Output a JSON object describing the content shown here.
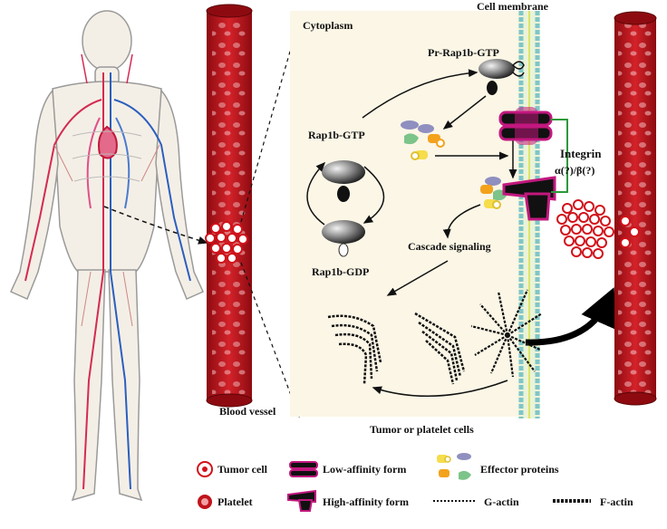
{
  "labels": {
    "cell_membrane": "Cell membrane",
    "cytoplasm": "Cytoplasm",
    "pr_rap1b_gtp": "Pr-Rap1b-GTP",
    "rap1b_gtp": "Rap1b-GTP",
    "rap1b_gdp": "Rap1b-GDP",
    "integrin": "Integrin",
    "integrin_subunits": "α(?)/β(?)",
    "cascade_signaling": "Cascade signaling",
    "blood_vessel": "Blood vessel",
    "tumor_platelet_cells": "Tumor or platelet cells"
  },
  "legend": {
    "tumor_cell": "Tumor cell",
    "platelet": "Platelet",
    "low_affinity": "Low-affinity form",
    "high_affinity": "High-affinity form",
    "effector_proteins": "Effector proteins",
    "g_actin": "G-actin",
    "f_actin": "F-actin"
  },
  "colors": {
    "vessel_red": "#c0141a",
    "vessel_dark": "#7a0a0e",
    "membrane_teal": "#7fc6c8",
    "membrane_bead": "#dbe56a",
    "integrin_magenta": "#c2187e",
    "cytoplasm_bg": "#fbf6e6",
    "effector_orange": "#f3a21c",
    "effector_yellow": "#f5dd4b",
    "effector_purple": "#8f8fc0",
    "effector_green": "#7cc48a"
  }
}
